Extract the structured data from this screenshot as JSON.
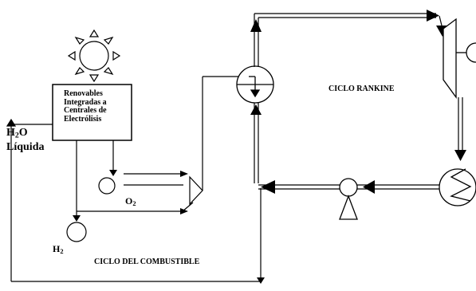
{
  "electrolysis_box": {
    "lines": [
      "Renovables",
      "Integradas a",
      "Centrales de",
      "Electrólisis"
    ]
  },
  "labels": {
    "water_h": "H",
    "water_sub": "2",
    "water_o": "O",
    "liquida": "Líquida",
    "o2_main": "O",
    "o2_sub": "2",
    "h2_main": "H",
    "h2_sub": "2",
    "ciclo_rankine": "CICLO RANKINE",
    "ciclo_combustible": "CICLO DEL COMBUSTIBLE"
  },
  "icons": [
    "sun-icon",
    "o2-tank-icon",
    "h2-tank-icon",
    "mixer-icon",
    "heat-exchanger-icon",
    "turbine-icon",
    "condenser-icon",
    "pump-icon"
  ]
}
